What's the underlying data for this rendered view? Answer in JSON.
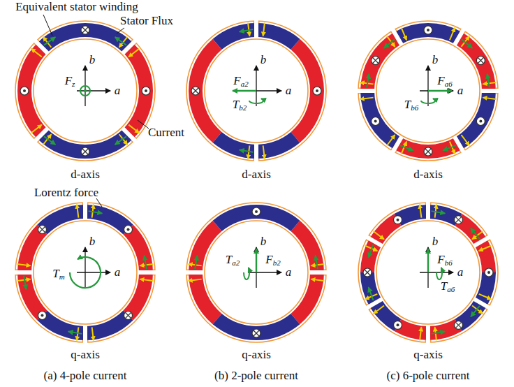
{
  "diagram": {
    "labels": [
      "Equivalent stator winding",
      "Stator Flux",
      "Current",
      "Lorentz force",
      "a",
      "b",
      "Fz",
      "d-axis",
      "a",
      "b",
      "Tm",
      "q-axis",
      "(a) 4-pole current",
      "a",
      "b",
      "Fa2",
      "Tb2",
      "d-axis",
      "a",
      "b",
      "Ta2",
      "Fb2",
      "q-axis",
      "(b) 2-pole current",
      "a",
      "b",
      "Fa6",
      "Tb6",
      "d-axis",
      "a",
      "b",
      "Fb6",
      "Ta6",
      "q-axis",
      "(c) 6-pole current"
    ]
  }
}
